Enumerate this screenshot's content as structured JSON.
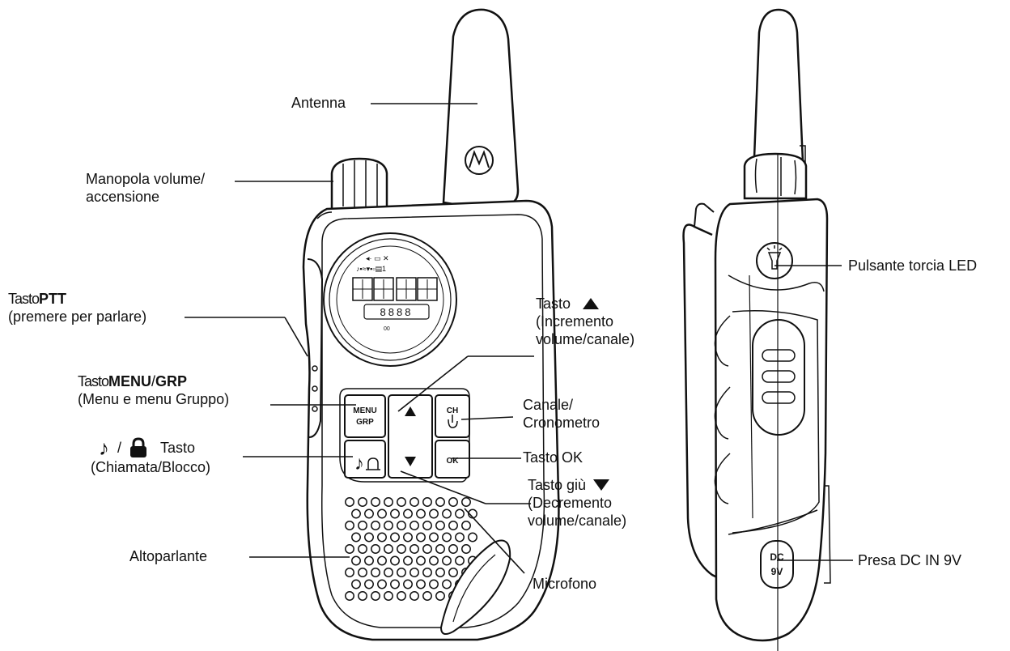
{
  "labels": {
    "antenna": "Antenna",
    "volume_knob": {
      "line1": "Manopola volume/",
      "line2": "accensione"
    },
    "ptt": {
      "prefix": "Tasto",
      "bold": "PTT",
      "line2": "(premere per parlare)"
    },
    "menu_grp": {
      "prefix": "Tasto",
      "bold1": "MENU",
      "slash": "/",
      "bold2": "GRP",
      "line2": "(Menu e menu Gruppo)"
    },
    "call_lock": {
      "slash": "/",
      "word": "Tasto",
      "line2": "(Chiamata/Blocco)"
    },
    "speaker": "Altoparlante",
    "up_key": {
      "line1": "Tasto",
      "line2": "(Incremento",
      "line3": "volume/canale)"
    },
    "channel_timer": {
      "line1": "Canale/",
      "line2": "Cronometro"
    },
    "ok_key": "Tasto OK",
    "down_key": {
      "line1": "Tasto giù",
      "line2": "(Decremento",
      "line3": "volume/canale)"
    },
    "microphone": "Microfono",
    "torch_button": "Pulsante torcia LED",
    "dc_jack": "Presa DC IN 9V"
  },
  "device_text": {
    "menu_key": [
      "MENU",
      "GRP"
    ],
    "ch_key": "CH",
    "ok_key": "OK",
    "dc_jack": [
      "DC",
      "9V"
    ],
    "lcd_digits": "8888"
  },
  "colors": {
    "line": "#111111",
    "background": "#ffffff"
  }
}
